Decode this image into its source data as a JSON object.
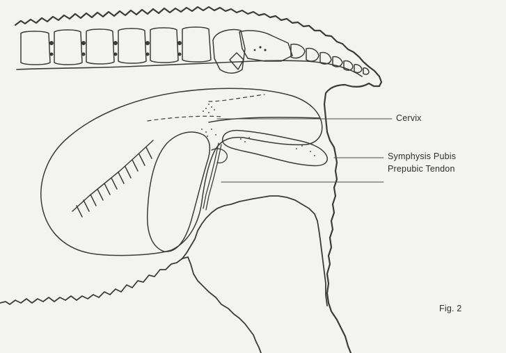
{
  "diagram": {
    "labels": {
      "cervix": "Cervix",
      "symphysis_pubis": "Symphysis Pubis",
      "prepubic_tendon": "Prepubic Tendon"
    },
    "figure_number": "Fig. 2"
  },
  "colors": {
    "background": "#f3f3f1",
    "ink": "#2e2e2e"
  }
}
